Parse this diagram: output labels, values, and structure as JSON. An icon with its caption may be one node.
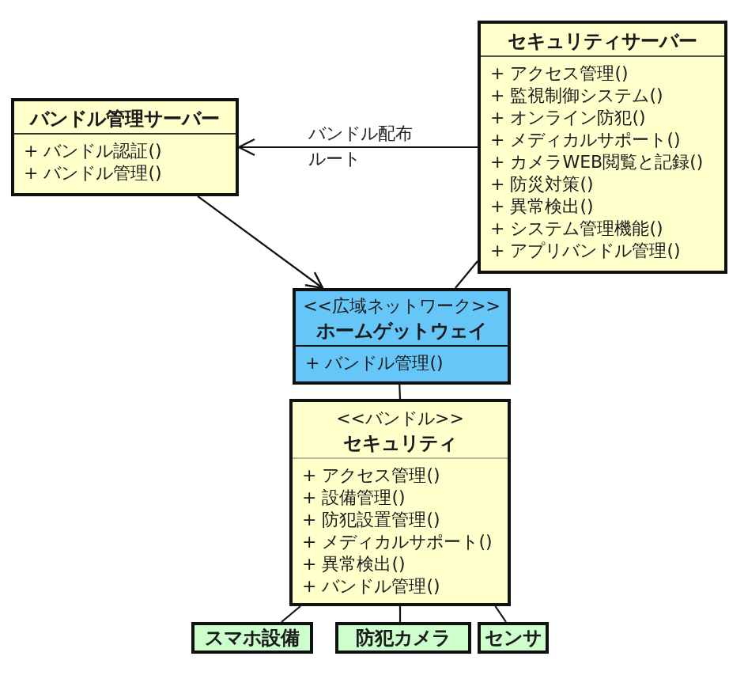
{
  "diagram": {
    "nodes": [
      {
        "text": [
          "バンドル管理サーバー",
          "+ バンドル認証()",
          "+ バンドル管理()"
        ]
      },
      {
        "text": [
          "セキュリティサーバー",
          "+ アクセス管理()",
          "+ 監視制御システム()",
          "+ オンライン防犯()",
          "+ メディカルサポート()",
          "+ カメラWEB閲覧と記録()",
          "+ 防災対策()",
          "+ 異常検出()",
          "+ システム管理機能()",
          "+ アプリバンドル管理()"
        ]
      },
      {
        "text": [
          "<<広域ネットワーク>>",
          "ホームゲットウェイ",
          "+ バンドル管理()"
        ]
      },
      {
        "text": [
          "<<バンドル>>",
          "セキュリティ",
          "+ アクセス管理()",
          "+ 設備管理()",
          "+ 防犯設置管理()",
          "+ メディカルサポート()",
          "+ 異常検出()",
          "+ バンドル管理()"
        ]
      },
      {
        "text": [
          "スマホ設備"
        ]
      },
      {
        "text": [
          "防犯カメラ"
        ]
      },
      {
        "text": [
          "センサ"
        ]
      }
    ],
    "edges": [
      {
        "from": 1,
        "to": 0,
        "arrow": "to",
        "label": "バンドル配布ルート"
      },
      {
        "from": 0,
        "to": 2,
        "arrow": "to"
      },
      {
        "from": 1,
        "to": 2,
        "arrow": "none"
      },
      {
        "from": 2,
        "to": 3,
        "arrow": "none"
      },
      {
        "from": 3,
        "to": 4,
        "arrow": "none"
      },
      {
        "from": 3,
        "to": 5,
        "arrow": "none"
      },
      {
        "from": 3,
        "to": 6,
        "arrow": "none"
      }
    ]
  }
}
